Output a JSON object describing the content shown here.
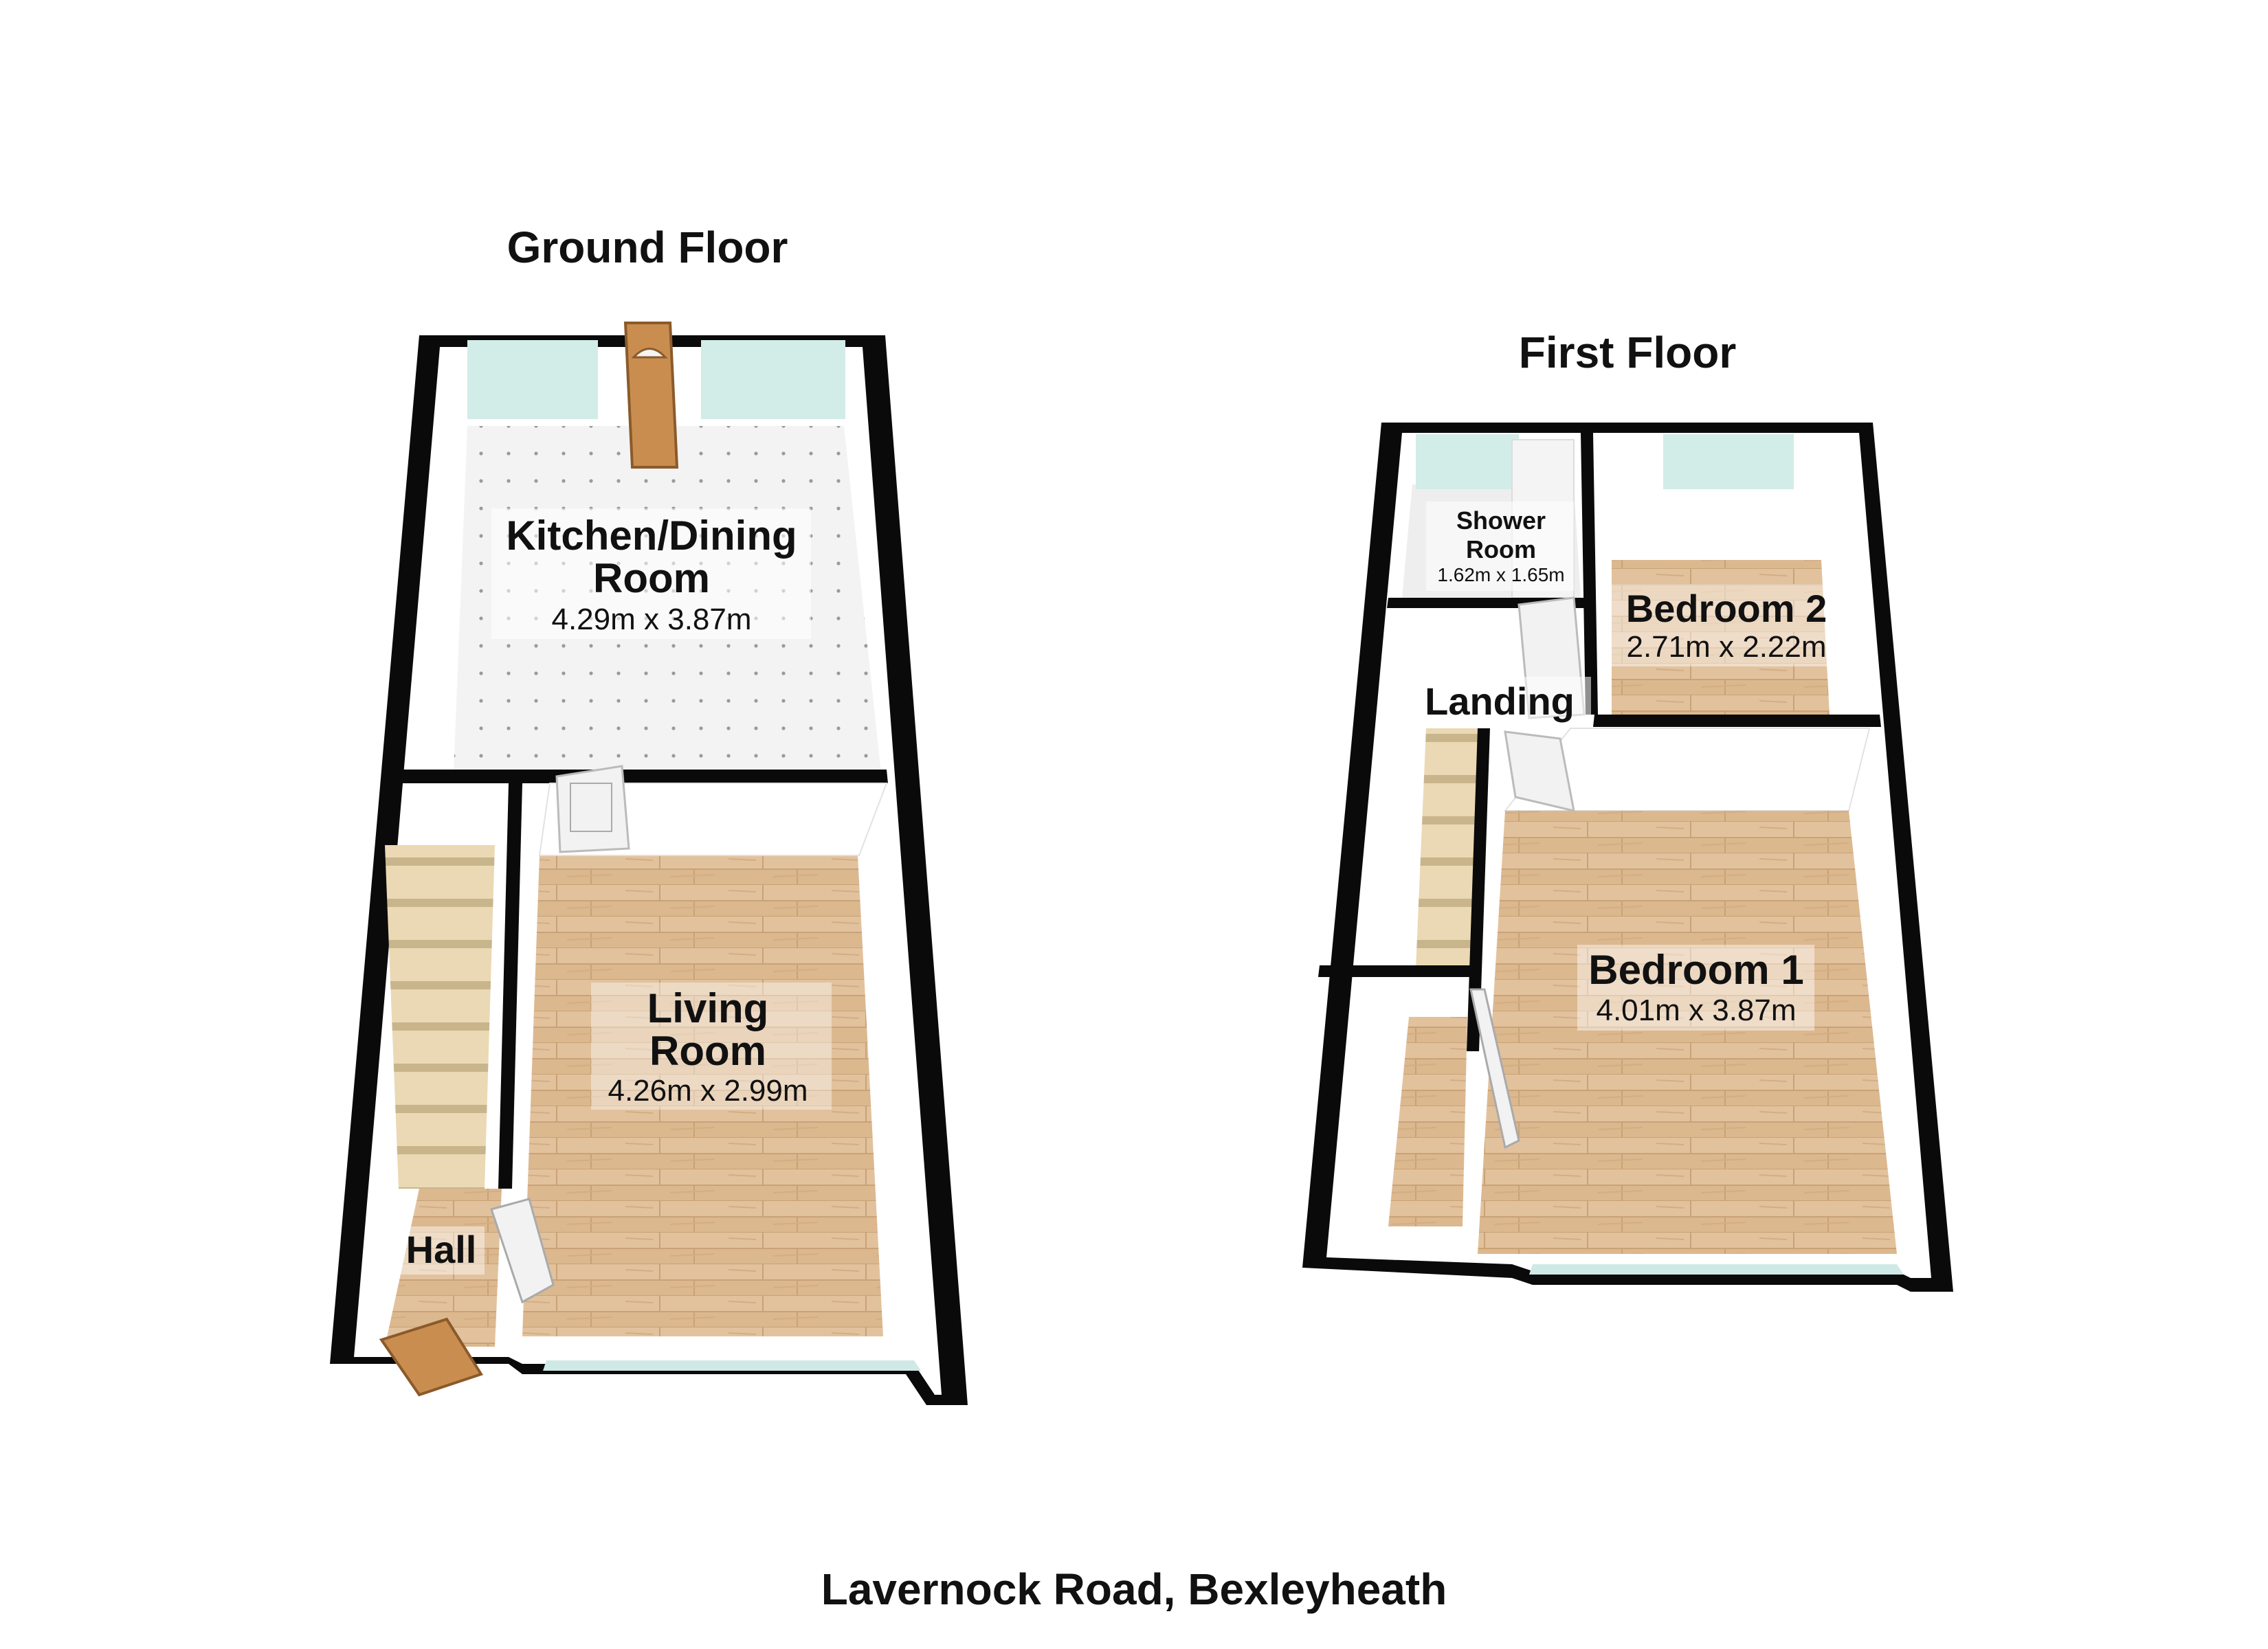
{
  "ground_floor": {
    "title": "Ground Floor",
    "rooms": {
      "kitchen": {
        "name_line1": "Kitchen/Dining",
        "name_line2": "Room",
        "dims": "4.29m x 3.87m"
      },
      "living": {
        "name_line1": "Living",
        "name_line2": "Room",
        "dims": "4.26m x 2.99m"
      },
      "hall": {
        "name": "Hall"
      }
    }
  },
  "first_floor": {
    "title": "First Floor",
    "rooms": {
      "shower": {
        "name_line1": "Shower",
        "name_line2": "Room",
        "dims": "1.62m x 1.65m"
      },
      "bedroom2": {
        "name": "Bedroom 2",
        "dims": "2.71m x 2.22m"
      },
      "landing": {
        "name": "Landing"
      },
      "bedroom1": {
        "name": "Bedroom 1",
        "dims": "4.01m x 3.87m"
      }
    }
  },
  "address": "Lavernock Road, Bexleyheath",
  "colors": {
    "wall": "#0a0a0a",
    "wood_floor": "#dcb88f",
    "tile_floor": "#f2f2f2",
    "wall_face": "#ffffff",
    "window_glass": "#cfe9e6",
    "door": "#c98e4f",
    "stairs": "#e6d3ad"
  }
}
